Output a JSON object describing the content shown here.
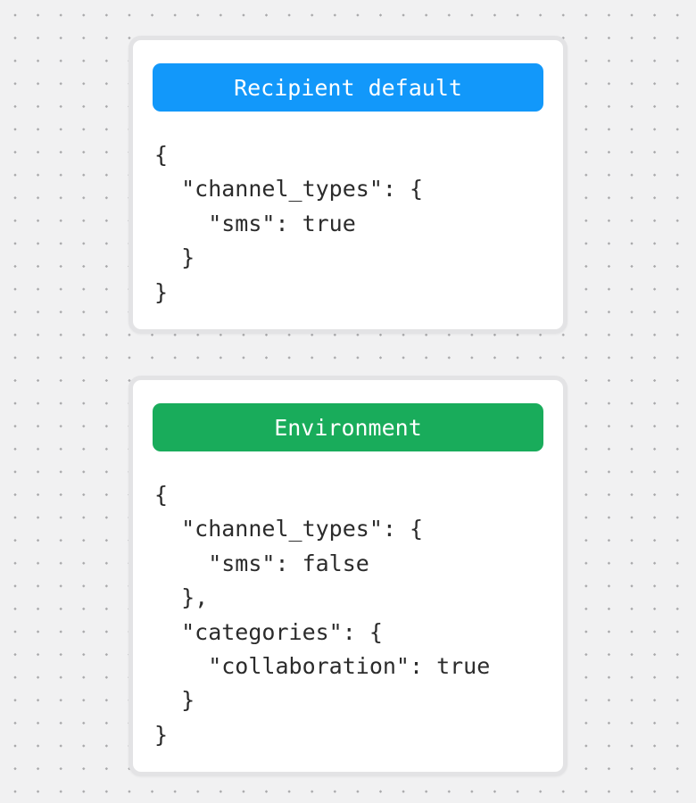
{
  "background": {
    "base_color": "#f1f1f2",
    "dot_color": "#a9a9ab"
  },
  "card_style": {
    "background_color": "#ffffff",
    "border_color": "#e3e3e5",
    "code_text_color": "#2b2b2b",
    "header_text_color": "#ffffff"
  },
  "cards": [
    {
      "title": "Recipient default",
      "header_color": "#1298fa",
      "code_lines": [
        "{",
        "  \"channel_types\": {",
        "    \"sms\": true",
        "  }",
        "}"
      ]
    },
    {
      "title": "Environment",
      "header_color": "#19ac5b",
      "code_lines": [
        "{",
        "  \"channel_types\": {",
        "    \"sms\": false",
        "  },",
        "  \"categories\": {",
        "    \"collaboration\": true",
        "  }",
        "}"
      ]
    }
  ]
}
